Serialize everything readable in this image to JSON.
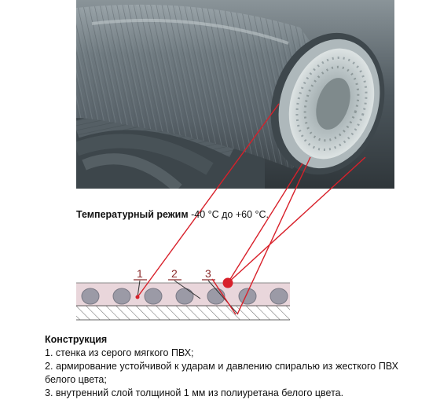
{
  "temperature": {
    "label": "Температурный режим",
    "value": "-40 °С до +60 °С."
  },
  "diagram": {
    "callouts": [
      "1",
      "2",
      "3"
    ]
  },
  "construction": {
    "title": "Конструкция",
    "items": [
      "1. стенка из серого мягкого ПВХ;",
      "2. армирование устойчивой к ударам и давлению спиралью из жесткого ПВХ белого цвета;",
      "3. внутренний слой толщиной 1 мм из полиуретана белого цвета."
    ]
  },
  "colors": {
    "hose_gray": "#6d7880",
    "hose_inner": "#c8d0d2",
    "leader_red": "#d8202a",
    "spiral_fill": "#9b9aa6",
    "band_pink": "#e9d6db"
  }
}
